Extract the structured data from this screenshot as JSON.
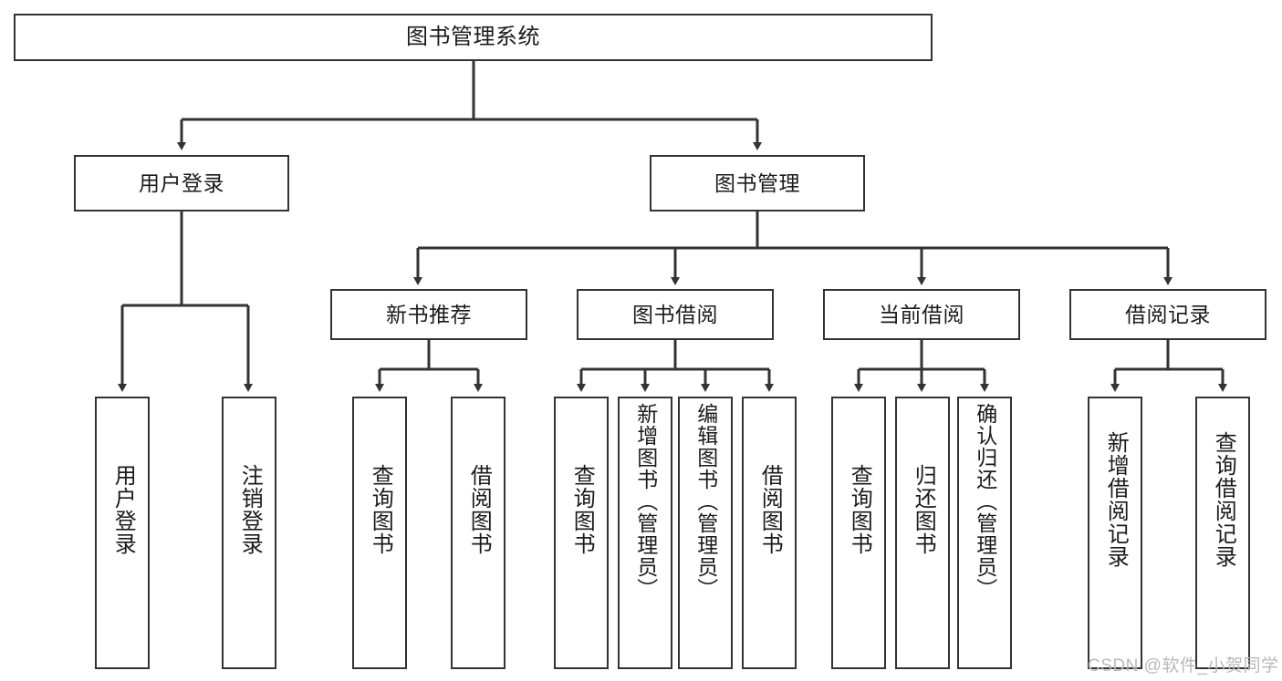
{
  "diagram": {
    "type": "tree",
    "title": "图书管理系统",
    "orientation": "top-down",
    "line_color": "#333333",
    "box_border_color": "#333333",
    "background_color": "#ffffff",
    "text_color": "#1b1b1b",
    "watermark": "CSDN @软件_小贺同学",
    "watermark_color": "#b9b9b9"
  },
  "nodes": {
    "root": {
      "label": "图书管理系统"
    },
    "level2": [
      {
        "id": "user-login",
        "label": "用户登录"
      },
      {
        "id": "book-manage",
        "label": "图书管理"
      }
    ],
    "level3": [
      {
        "id": "new-book-recommend",
        "label": "新书推荐",
        "parent": "book-manage"
      },
      {
        "id": "book-borrow",
        "label": "图书借阅",
        "parent": "book-manage"
      },
      {
        "id": "current-borrow",
        "label": "当前借阅",
        "parent": "book-manage"
      },
      {
        "id": "borrow-record",
        "label": "借阅记录",
        "parent": "book-manage"
      }
    ],
    "leaves": [
      {
        "id": "leaf-user-login",
        "label": "用户登录",
        "parent": "user-login"
      },
      {
        "id": "leaf-user-logout",
        "label": "注销登录",
        "parent": "user-login"
      },
      {
        "id": "leaf-query-book-1",
        "label": "查询图书",
        "parent": "new-book-recommend"
      },
      {
        "id": "leaf-borrow-book-1",
        "label": "借阅图书",
        "parent": "new-book-recommend"
      },
      {
        "id": "leaf-query-book-2",
        "label": "查询图书",
        "parent": "book-borrow"
      },
      {
        "id": "leaf-add-book",
        "label": "新增图书（管理员）",
        "parent": "book-borrow"
      },
      {
        "id": "leaf-edit-book",
        "label": "编辑图书（管理员）",
        "parent": "book-borrow"
      },
      {
        "id": "leaf-borrow-book-2",
        "label": "借阅图书",
        "parent": "book-borrow"
      },
      {
        "id": "leaf-query-book-3",
        "label": "查询图书",
        "parent": "current-borrow"
      },
      {
        "id": "leaf-return-book",
        "label": "归还图书",
        "parent": "current-borrow"
      },
      {
        "id": "leaf-confirm-return",
        "label": "确认归还（管理员）",
        "parent": "current-borrow"
      },
      {
        "id": "leaf-add-record",
        "label": "新增借阅记录",
        "parent": "borrow-record"
      },
      {
        "id": "leaf-query-record",
        "label": "查询借阅记录",
        "parent": "borrow-record"
      }
    ]
  }
}
